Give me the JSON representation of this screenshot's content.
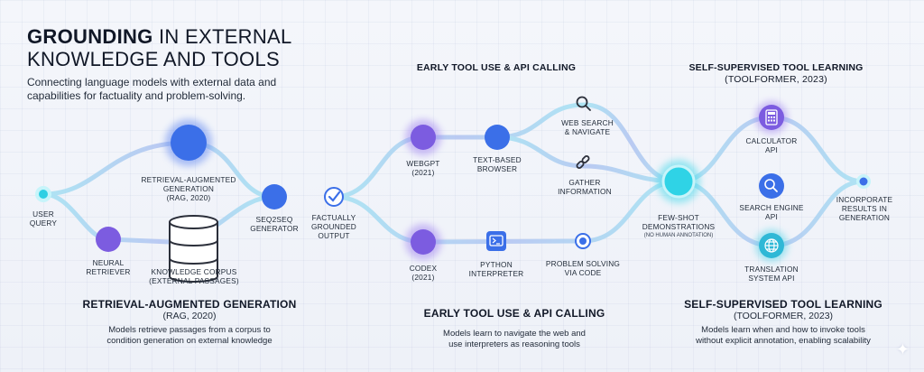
{
  "title": {
    "bold": "GROUNDING",
    "rest_line1": " IN EXTERNAL",
    "line2": "KNOWLEDGE AND TOOLS"
  },
  "subtitle": "Connecting language models with external data and capabilities for factuality and problem-solving.",
  "headers": {
    "early_top": "EARLY TOOL USE & API CALLING",
    "self_top_1": "SELF-SUPERVISED TOOL LEARNING",
    "self_top_2": "(TOOLFORMER, 2023)"
  },
  "nodes": {
    "user_query": "USER\nQUERY",
    "neural_retriever": "NEURAL\nRETRIEVER",
    "rag": "RETRIEVAL-AUGMENTED\nGENERATION\n(RAG, 2020)",
    "knowledge_corpus": "KNOWLEDGE CORPUS\n(EXTERNAL PASSAGES)",
    "seq2seq": "SEQ2SEQ\nGENERATOR",
    "grounded_output": "FACTUALLY\nGROUNDED\nOUTPUT",
    "webgpt": "WEBGPT\n(2021)",
    "browser": "TEXT-BASED\nBROWSER",
    "web_search": "WEB SEARCH\n& NAVIGATE",
    "gather_info": "GATHER\nINFORMATION",
    "codex": "CODEX\n(2021)",
    "python": "PYTHON\nINTERPRETER",
    "problem_solving": "PROBLEM SOLVING\nVIA CODE",
    "few_shot": "FEW-SHOT\nDEMONSTRATIONS",
    "few_shot_note": "(NO HUMAN ANNOTATION)",
    "calculator": "CALCULATOR\nAPI",
    "search_engine": "SEARCH ENGINE\nAPI",
    "translation": "TRANSLATION\nSYSTEM API",
    "incorporate": "INCORPORATE\nRESULTS IN\nGENERATION"
  },
  "sections": [
    {
      "title": "RETRIEVAL-AUGMENTED GENERATION",
      "sub": "(RAG, 2020)",
      "desc": "Models retrieve passages from a corpus to\ncondition generation on external knowledge"
    },
    {
      "title": "EARLY TOOL USE & API CALLING",
      "sub": "",
      "desc": "Models learn to navigate the web and\nuse interpreters as reasoning tools"
    },
    {
      "title": "SELF-SUPERVISED TOOL LEARNING",
      "sub": "(TOOLFORMER, 2023)",
      "desc": "Models learn when and how to invoke tools\nwithout explicit annotation, enabling scalability"
    }
  ],
  "colors": {
    "blue": "#3b6fe8",
    "purple": "#7c5ce0",
    "teal": "#3fc3e0",
    "flow": "#9fd6ee"
  }
}
